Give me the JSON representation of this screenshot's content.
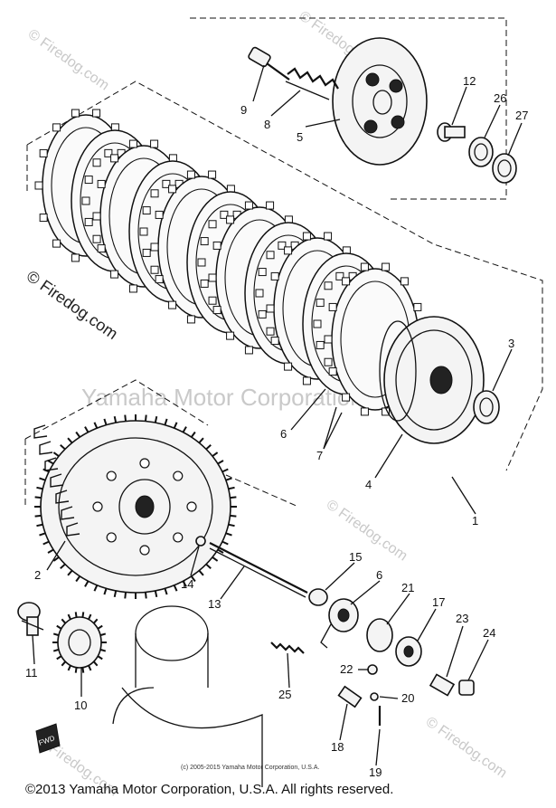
{
  "diagram": {
    "callouts": [
      {
        "id": "c1",
        "label": "1"
      },
      {
        "id": "c2",
        "label": "2"
      },
      {
        "id": "c3",
        "label": "3"
      },
      {
        "id": "c4",
        "label": "4"
      },
      {
        "id": "c5",
        "label": "5"
      },
      {
        "id": "c6a",
        "label": "6"
      },
      {
        "id": "c6b",
        "label": "6"
      },
      {
        "id": "c7",
        "label": "7"
      },
      {
        "id": "c8",
        "label": "8"
      },
      {
        "id": "c9",
        "label": "9"
      },
      {
        "id": "c10",
        "label": "10"
      },
      {
        "id": "c11",
        "label": "11"
      },
      {
        "id": "c12",
        "label": "12"
      },
      {
        "id": "c13",
        "label": "13"
      },
      {
        "id": "c14",
        "label": "14"
      },
      {
        "id": "c15",
        "label": "15"
      },
      {
        "id": "c17",
        "label": "17"
      },
      {
        "id": "c18",
        "label": "18"
      },
      {
        "id": "c19",
        "label": "19"
      },
      {
        "id": "c20",
        "label": "20"
      },
      {
        "id": "c21",
        "label": "21"
      },
      {
        "id": "c22",
        "label": "22"
      },
      {
        "id": "c23",
        "label": "23"
      },
      {
        "id": "c24",
        "label": "24"
      },
      {
        "id": "c25",
        "label": "25"
      },
      {
        "id": "c26",
        "label": "26"
      },
      {
        "id": "c27",
        "label": "27"
      }
    ],
    "fwd_label": "FWD"
  },
  "watermarks": {
    "firedog_main": "© Firedog.com",
    "firedog_top": "© Firedog.com",
    "firedog_right": "© Firedog.com",
    "firedog_bottom": "© Firedog.com",
    "yamaha_mid": "Yamaha Motor Corporation"
  },
  "copyright": {
    "small": "(c) 2005-2015 Yamaha Motor Corporation, U.S.A.",
    "footer": "©2013 Yamaha Motor Corporation, U.S.A. All rights reserved."
  },
  "colors": {
    "ink": "#111111",
    "watermark": "#c9c9c9",
    "background": "#ffffff"
  }
}
